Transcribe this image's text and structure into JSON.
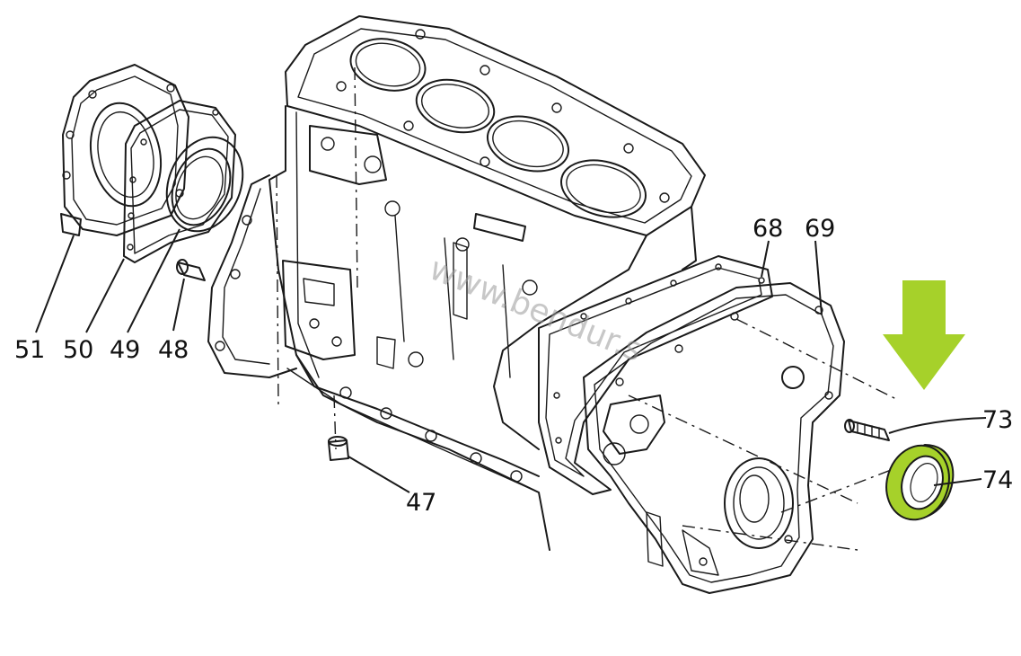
{
  "watermark": "www.bendur.s",
  "highlight_color": "#a6d12a",
  "part_labels": {
    "p51": "51",
    "p50": "50",
    "p49": "49",
    "p48": "48",
    "p47": "47",
    "p68": "68",
    "p69": "69",
    "p73": "73",
    "p74": "74"
  }
}
